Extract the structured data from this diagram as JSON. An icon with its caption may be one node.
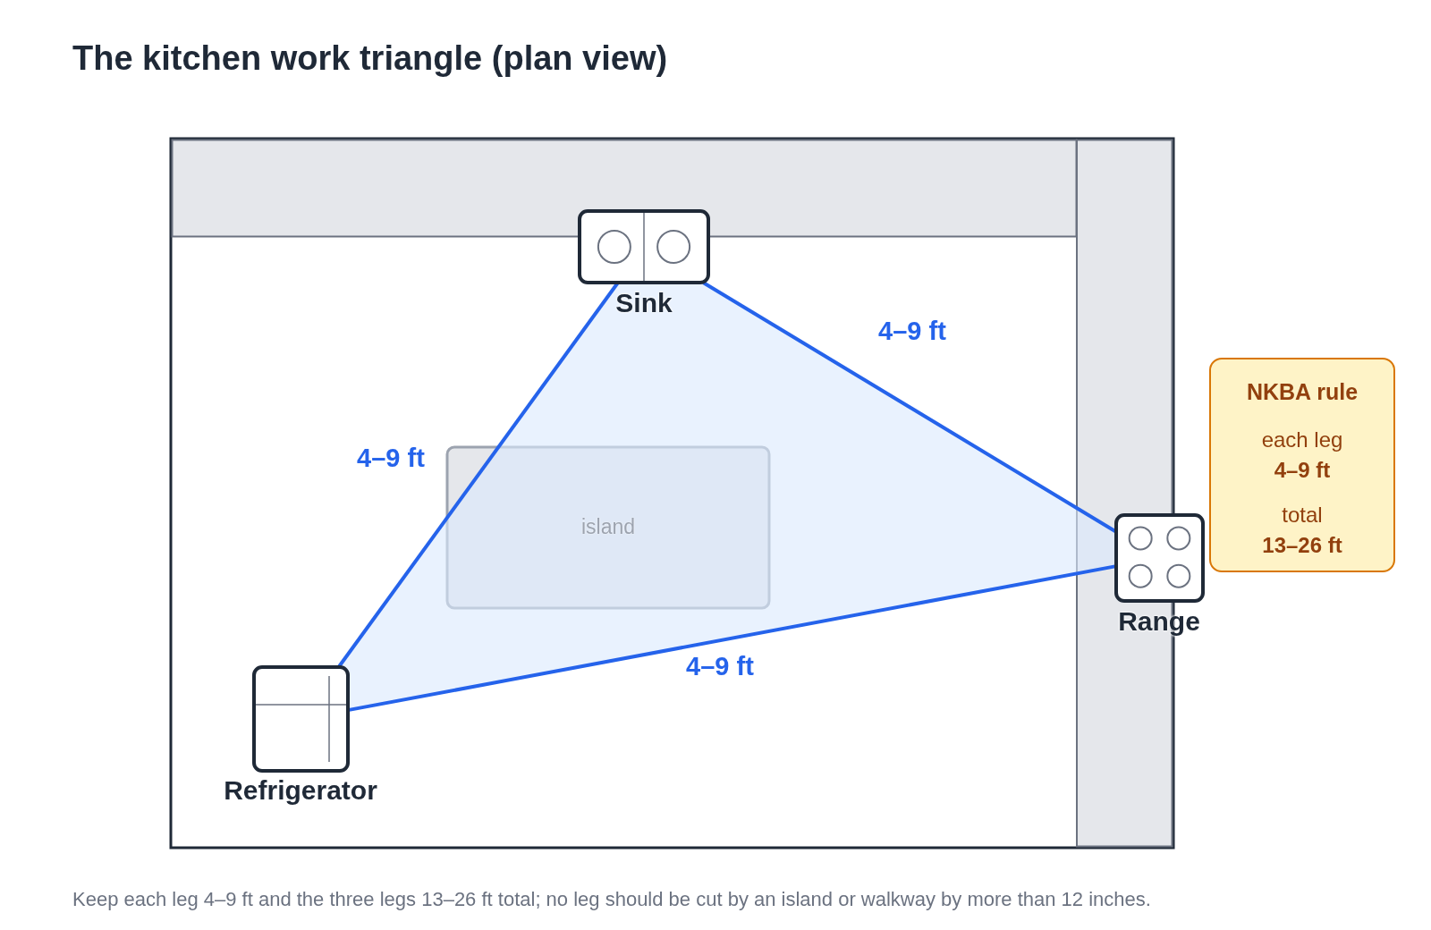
{
  "diagram": {
    "title": "The kitchen work triangle (plan view)",
    "caption": "Keep each leg 4–9 ft and the three legs 13–26 ft total; no leg should be cut by an island or walkway by more than 12 inches.",
    "nodes": [
      {
        "text": [
          "Sink"
        ]
      },
      {
        "text": [
          "Range"
        ]
      },
      {
        "text": [
          "Refrigerator"
        ]
      },
      {
        "text": [
          "island"
        ]
      },
      {
        "text": [
          "NKBA rule",
          "each leg",
          "4–9 ft",
          "total",
          "13–26 ft"
        ]
      }
    ],
    "edges": [
      {
        "from": 2,
        "to": 0,
        "arrow": "none",
        "label": "4–9 ft"
      },
      {
        "from": 0,
        "to": 1,
        "arrow": "none",
        "label": "4–9 ft"
      },
      {
        "from": 1,
        "to": 2,
        "arrow": "none",
        "label": "4–9 ft"
      }
    ]
  }
}
